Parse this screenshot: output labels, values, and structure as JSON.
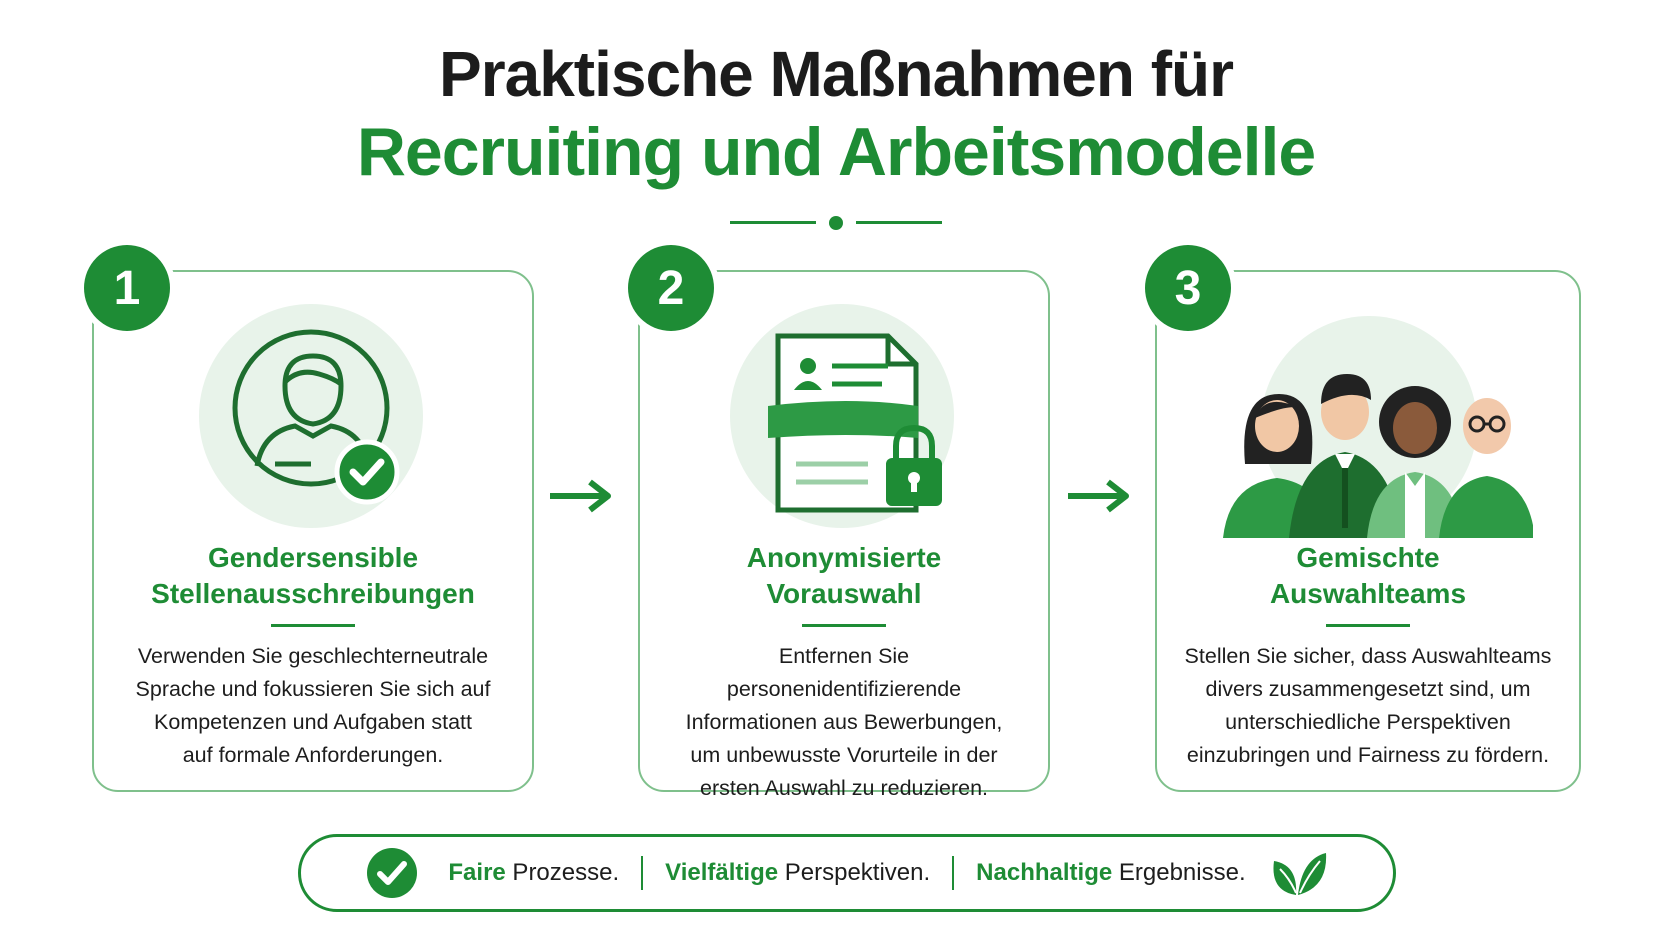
{
  "title": {
    "line1": "Praktische Maßnahmen für",
    "line2": "Recruiting und Arbeitsmodelle"
  },
  "colors": {
    "accent": "#1e8c35",
    "card_border": "#7fc08c",
    "illustration_bg": "#e8f3ea"
  },
  "steps": [
    {
      "number": "1",
      "icon": "person-check-icon",
      "title_line1": "Gendersensible",
      "title_line2": "Stellenausschreibungen",
      "desc": [
        "Verwenden Sie geschlechterneutrale",
        "Sprache und fokussieren Sie sich auf",
        "Kompetenzen und Aufgaben statt",
        "auf formale Anforderungen."
      ]
    },
    {
      "number": "2",
      "icon": "anonymized-document-lock-icon",
      "title_line1": "Anonymisierte",
      "title_line2": "Vorauswahl",
      "desc": [
        "Entfernen Sie personenidentifizierende",
        "Informationen aus Bewerbungen,",
        "um unbewusste Vorurteile in der",
        "ersten Auswahl zu reduzieren."
      ]
    },
    {
      "number": "3",
      "icon": "diverse-team-icon",
      "title_line1": "Gemischte",
      "title_line2": "Auswahlteams",
      "desc": [
        "Stellen Sie sicher, dass Auswahlteams",
        "divers zusammengesetzt sind, um",
        "unterschiedliche Perspektiven",
        "einzubringen und Fairness zu fördern."
      ]
    }
  ],
  "footer": {
    "items": [
      {
        "bold": "Faire",
        "rest": " Prozesse."
      },
      {
        "bold": "Vielfältige",
        "rest": " Perspektiven."
      },
      {
        "bold": "Nachhaltige",
        "rest": " Ergebnisse."
      }
    ]
  }
}
